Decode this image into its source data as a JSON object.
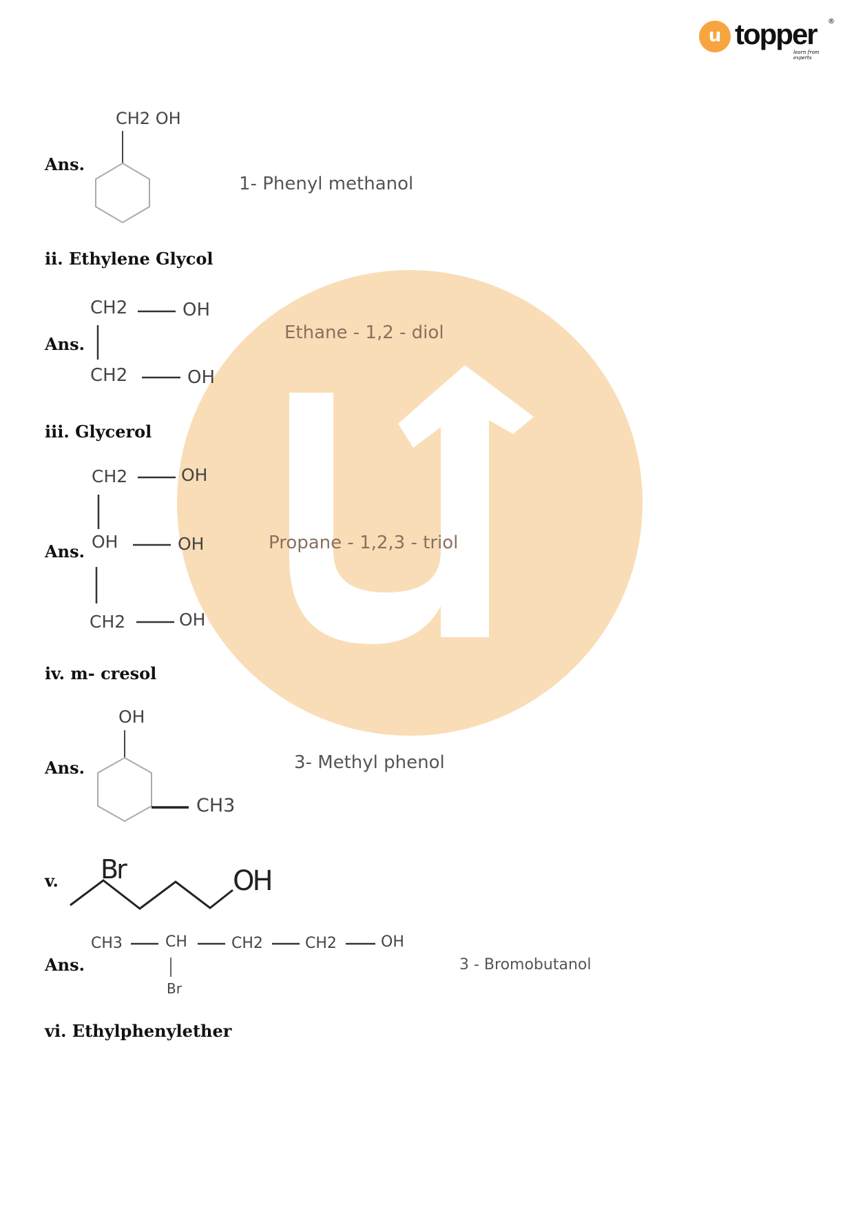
{
  "logo": {
    "text": "topper",
    "tagline": "learn from experts",
    "registered": "®",
    "accent": "#F7A541"
  },
  "watermark": {
    "color": "#F9DDB6"
  },
  "items": [
    {
      "answer_label": "Ans.",
      "structure": {
        "top": "CH2 OH"
      },
      "iupac": "1- Phenyl methanol"
    },
    {
      "question": "ii. Ethylene Glycol",
      "answer_label": "Ans.",
      "structure": {
        "r1": "CH2",
        "r1b": "OH",
        "r2": "CH2",
        "r2b": "OH"
      },
      "iupac": "Ethane - 1,2 - diol"
    },
    {
      "question": "iii. Glycerol",
      "answer_label": "Ans.",
      "structure": {
        "r1": "CH2",
        "r1b": "OH",
        "r2": "OH",
        "r2b": "OH",
        "r3": "CH2",
        "r3b": "OH"
      },
      "iupac": "Propane - 1,2,3 - triol"
    },
    {
      "question": "iv. m- cresol",
      "answer_label": "Ans.",
      "structure": {
        "top": "OH",
        "side": "CH3"
      },
      "iupac": "3- Methyl phenol"
    },
    {
      "question": "v.",
      "structure": {
        "br": "Br",
        "oh": "OH"
      },
      "answer_label": "Ans.",
      "answer_structure": {
        "c1": "CH3",
        "c2": "CH",
        "c3": "CH2",
        "c4": "CH2",
        "c5": "OH",
        "sub": "Br"
      },
      "iupac": "3 - Bromobutanol"
    },
    {
      "question": "vi. Ethylphenylether"
    }
  ]
}
